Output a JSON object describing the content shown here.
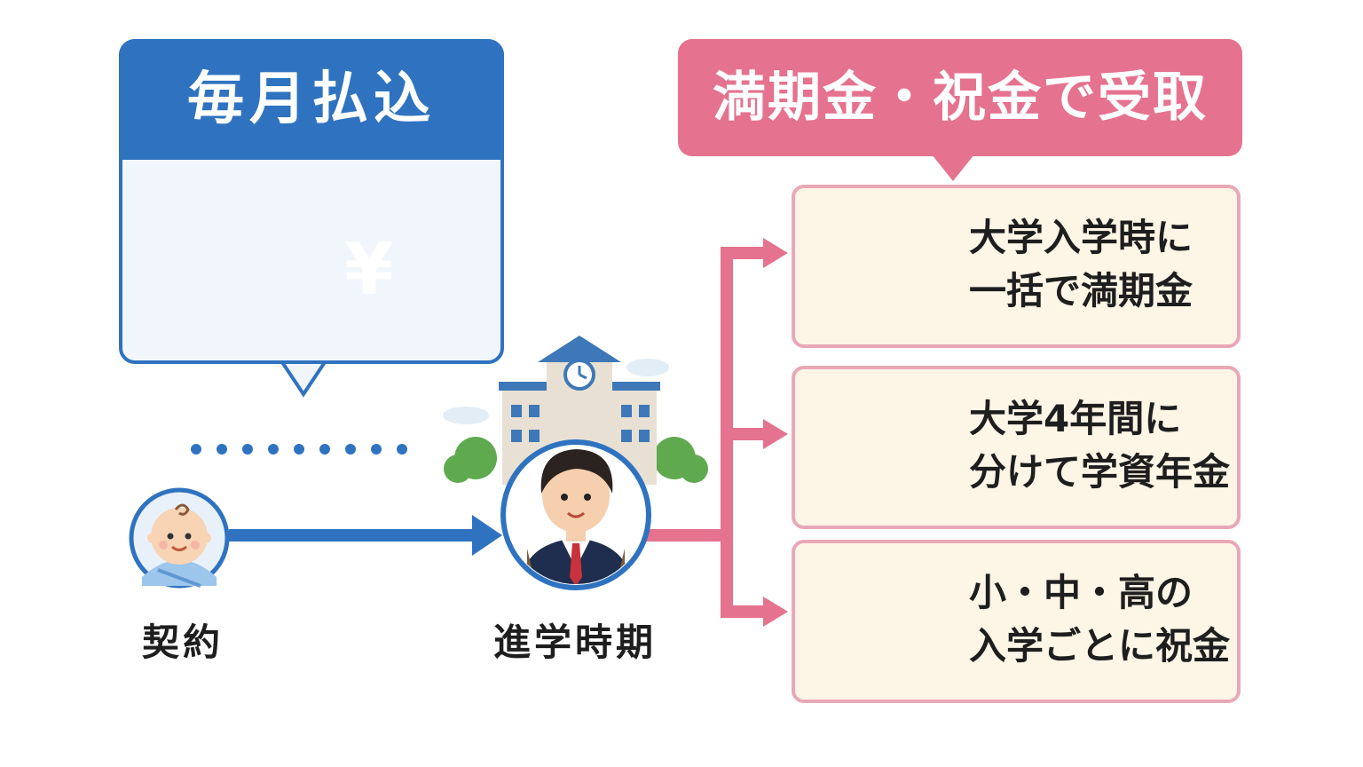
{
  "left_panel": {
    "title": "毎月払込"
  },
  "right_panel": {
    "title": "満期金・祝金で受取"
  },
  "timeline": {
    "start_label": "契約",
    "end_label": "進学時期"
  },
  "options": [
    {
      "line1": "大学入学時に",
      "line2": "一括で満期金",
      "icon": "graduation-cap-money-icon"
    },
    {
      "line1": "大学4年間に",
      "line2": "分けて学資年金",
      "icon": "calendar-coins-icon"
    },
    {
      "line1": "小・中・高の",
      "line2": "入学ごとに祝金",
      "icon": "school-sakura-icon"
    }
  ],
  "icons": {
    "calendar": "calendar-icon",
    "yen": "¥",
    "baby": "baby-icon",
    "student": "student-icon",
    "school": "school-building-icon"
  },
  "colors": {
    "blue": "#2f73c0",
    "pink": "#e5728e",
    "card_bg": "#fdf5e6",
    "card_border": "#e9a8b6"
  }
}
